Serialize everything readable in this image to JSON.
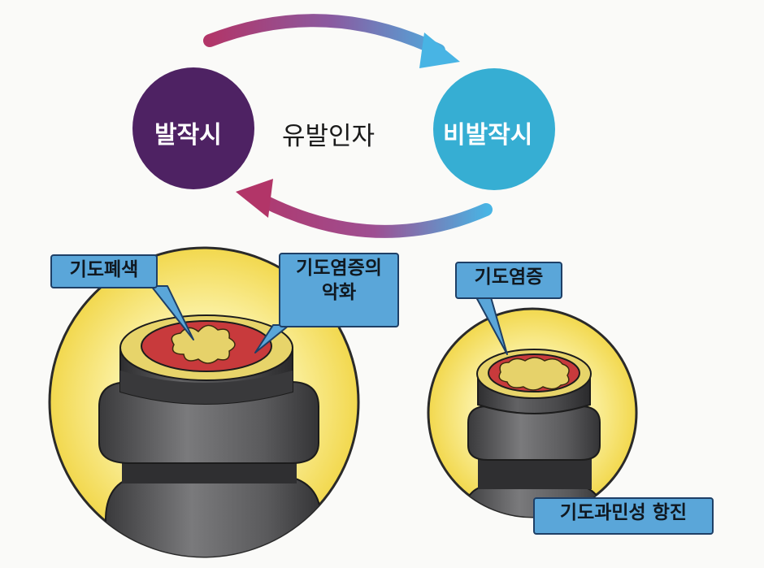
{
  "cycle": {
    "attack_label": "발작시",
    "trigger_label": "유발인자",
    "non_attack_label": "비발작시",
    "colors": {
      "attack": "#4e2263",
      "non_attack": "#36aed3",
      "arrow_start": "#b23568",
      "arrow_end": "#48b4e4"
    }
  },
  "airway_attack": {
    "callout_obstruction": "기도폐색",
    "callout_inflammation_line1": "기도염증의",
    "callout_inflammation_line2": "악화"
  },
  "airway_normal": {
    "callout_inflammation": "기도염증",
    "callout_hyperresponsiveness": "기도과민성 항진"
  },
  "colors": {
    "halo": "#f7e46a",
    "halo_edge": "#2a2a2a",
    "tube_dark": "#3c3c3e",
    "tube_ring": "#575759",
    "tissue": "#c83a3c",
    "mucus": "#e6d26a",
    "callout": "#5aa6d9"
  }
}
